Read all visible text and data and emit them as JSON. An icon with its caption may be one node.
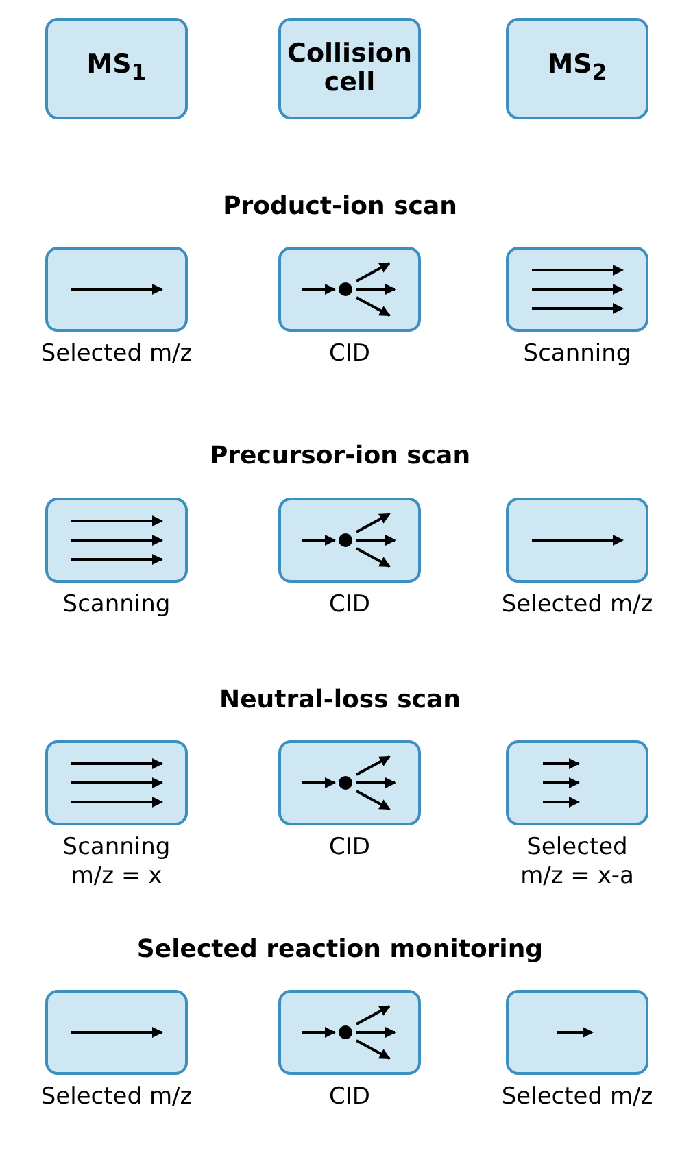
{
  "diagram": {
    "nodes": [
      {
        "text": [
          "MS$_{1}$"
        ]
      },
      {
        "text": [
          "Collision cell"
        ]
      },
      {
        "text": [
          "MS$_{2}$"
        ]
      },
      {
        "text": [],
        "shape": "box",
        "beside": [
          "Selected m/z"
        ]
      },
      {
        "text": [],
        "shape": "box",
        "beside": [
          "CID"
        ]
      },
      {
        "text": [],
        "shape": "box",
        "beside": [
          "Scanning"
        ]
      },
      {
        "text": [],
        "shape": "box",
        "beside": [
          "Scanning"
        ]
      },
      {
        "text": [],
        "shape": "box",
        "beside": [
          "CID"
        ]
      },
      {
        "text": [],
        "shape": "box",
        "beside": [
          "Selected m/z"
        ]
      },
      {
        "text": [],
        "shape": "box",
        "beside": [
          "Scanning",
          "m/z = x"
        ]
      },
      {
        "text": [],
        "shape": "box",
        "beside": [
          "CID"
        ]
      },
      {
        "text": [],
        "shape": "box",
        "beside": [
          "Selected",
          "m/z = x-a"
        ]
      },
      {
        "text": [],
        "shape": "box",
        "beside": [
          "Selected m/z"
        ]
      },
      {
        "text": [],
        "shape": "box",
        "beside": [
          "CID"
        ]
      },
      {
        "text": [],
        "shape": "box",
        "beside": [
          "Selected m/z"
        ]
      }
    ],
    "labels": [
      "Product-ion scan",
      "Precursor-ion scan",
      "Neutral-loss scan",
      "Selected reaction monitoring"
    ]
  }
}
